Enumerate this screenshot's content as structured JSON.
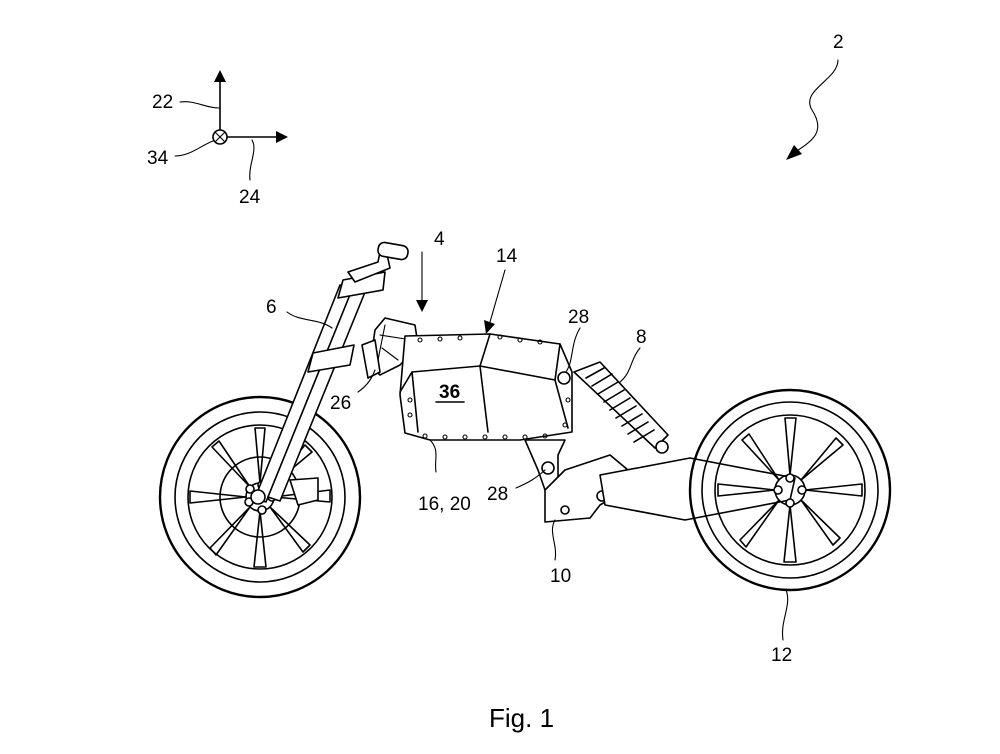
{
  "figure": {
    "caption": "Fig. 1",
    "labels": {
      "vehicle": "2",
      "frame": "4",
      "fork": "6",
      "shock": "8",
      "swingarm_bracket": "10",
      "rear_wheel": "12",
      "energy_store": "14",
      "housing": "16, 20",
      "axis_vertical": "22",
      "axis_horizontal": "24",
      "head_bracket": "26",
      "mount_upper": "28",
      "mount_lower": "28",
      "axis_depth": "34",
      "region": "36"
    }
  }
}
